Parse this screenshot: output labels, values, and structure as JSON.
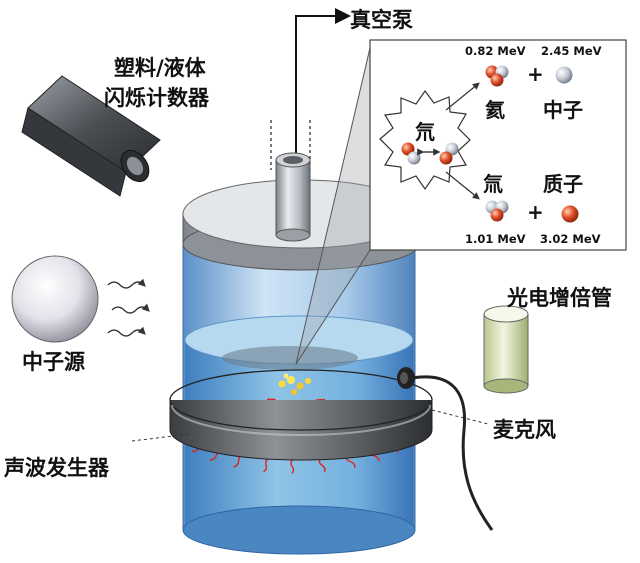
{
  "labels": {
    "vacuum_pump": "真空泵",
    "scintillator_line1": "塑料/液体",
    "scintillator_line2": "闪烁计数器",
    "neutron_source": "中子源",
    "photomultiplier": "光电增倍管",
    "microphone": "麦克风",
    "sound_generator": "声波发生器"
  },
  "inset": {
    "deuterium_center": "氘",
    "deuterium_lower": "氚",
    "helium": "氦",
    "neutron": "中子",
    "proton": "质子",
    "plus": "+",
    "energy_he": "0.82 MeV",
    "energy_n": "2.45 MeV",
    "energy_t": "1.01 MeV",
    "energy_p": "3.02 MeV"
  },
  "colors": {
    "liquid": "#8fc4e6",
    "neutron_ball": "#c9cfd8",
    "proton_ball": "#e0502a",
    "sound_wave": "#e0221b"
  }
}
